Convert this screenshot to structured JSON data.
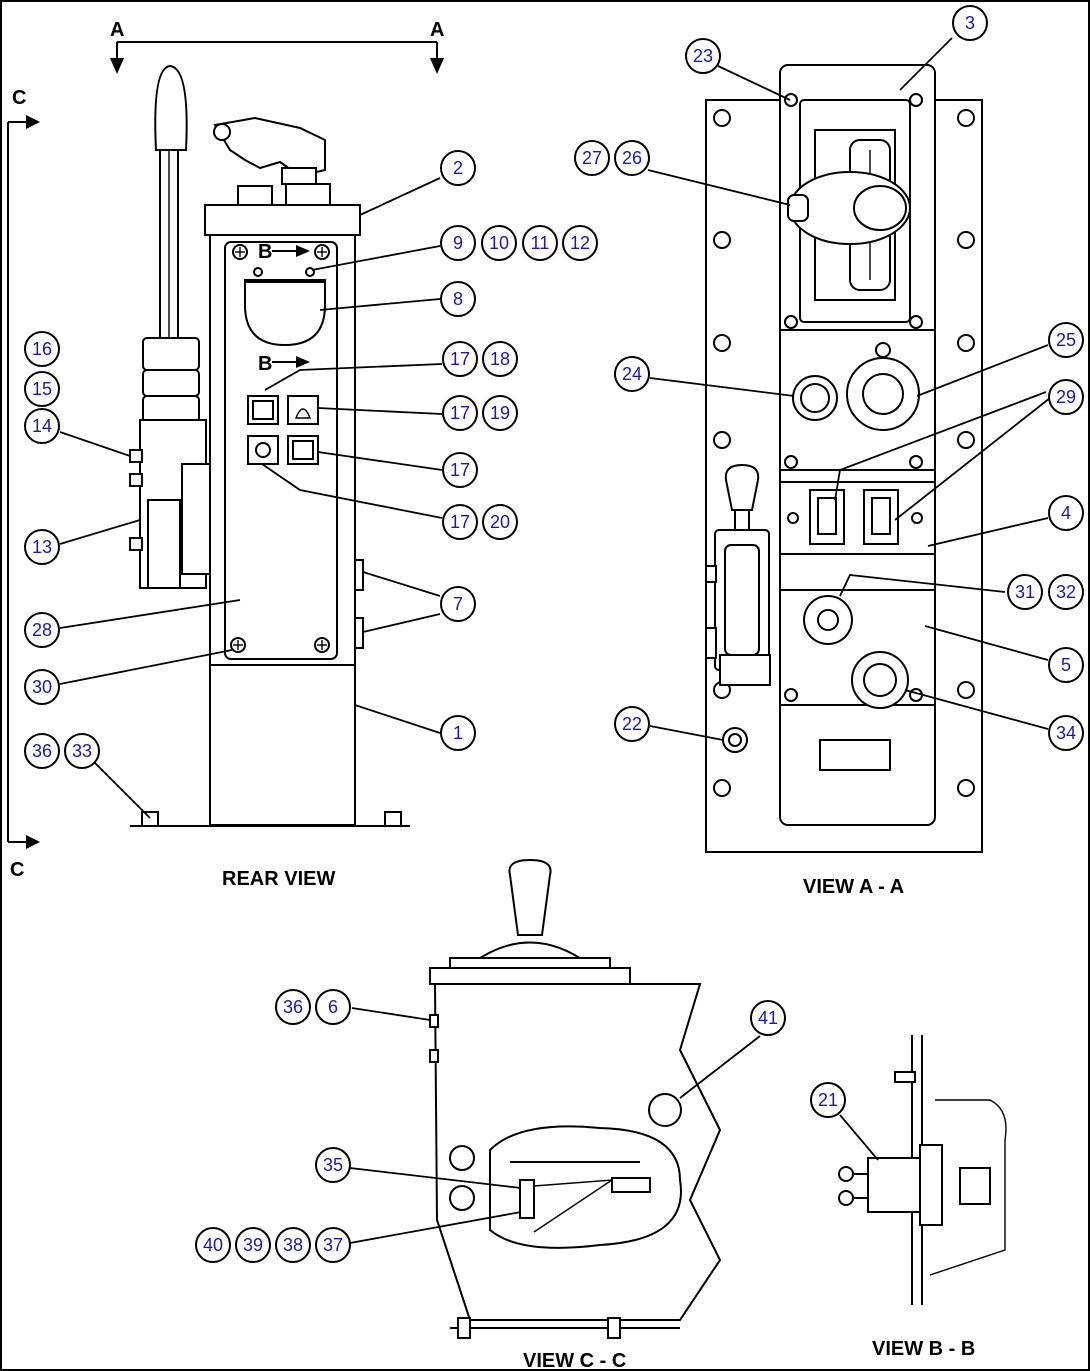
{
  "captions": {
    "rear_view": "REAR VIEW",
    "view_a": "VIEW A - A",
    "view_b": "VIEW B - B",
    "view_c": "VIEW C - C"
  },
  "section_letters": {
    "a": "A",
    "b": "B",
    "c": "C"
  },
  "callouts": {
    "n1": "1",
    "n2": "2",
    "n3": "3",
    "n4": "4",
    "n5": "5",
    "n6": "6",
    "n7": "7",
    "n8": "8",
    "n9": "9",
    "n10": "10",
    "n11": "11",
    "n12": "12",
    "n13": "13",
    "n14": "14",
    "n15": "15",
    "n16": "16",
    "n17": "17",
    "n18": "18",
    "n19": "19",
    "n20": "20",
    "n21": "21",
    "n22": "22",
    "n23": "23",
    "n24": "24",
    "n25": "25",
    "n26": "26",
    "n27": "27",
    "n28": "28",
    "n29": "29",
    "n30": "30",
    "n31": "31",
    "n32": "32",
    "n33": "33",
    "n34": "34",
    "n35": "35",
    "n36": "36",
    "n37": "37",
    "n38": "38",
    "n39": "39",
    "n40": "40",
    "n41": "41"
  }
}
